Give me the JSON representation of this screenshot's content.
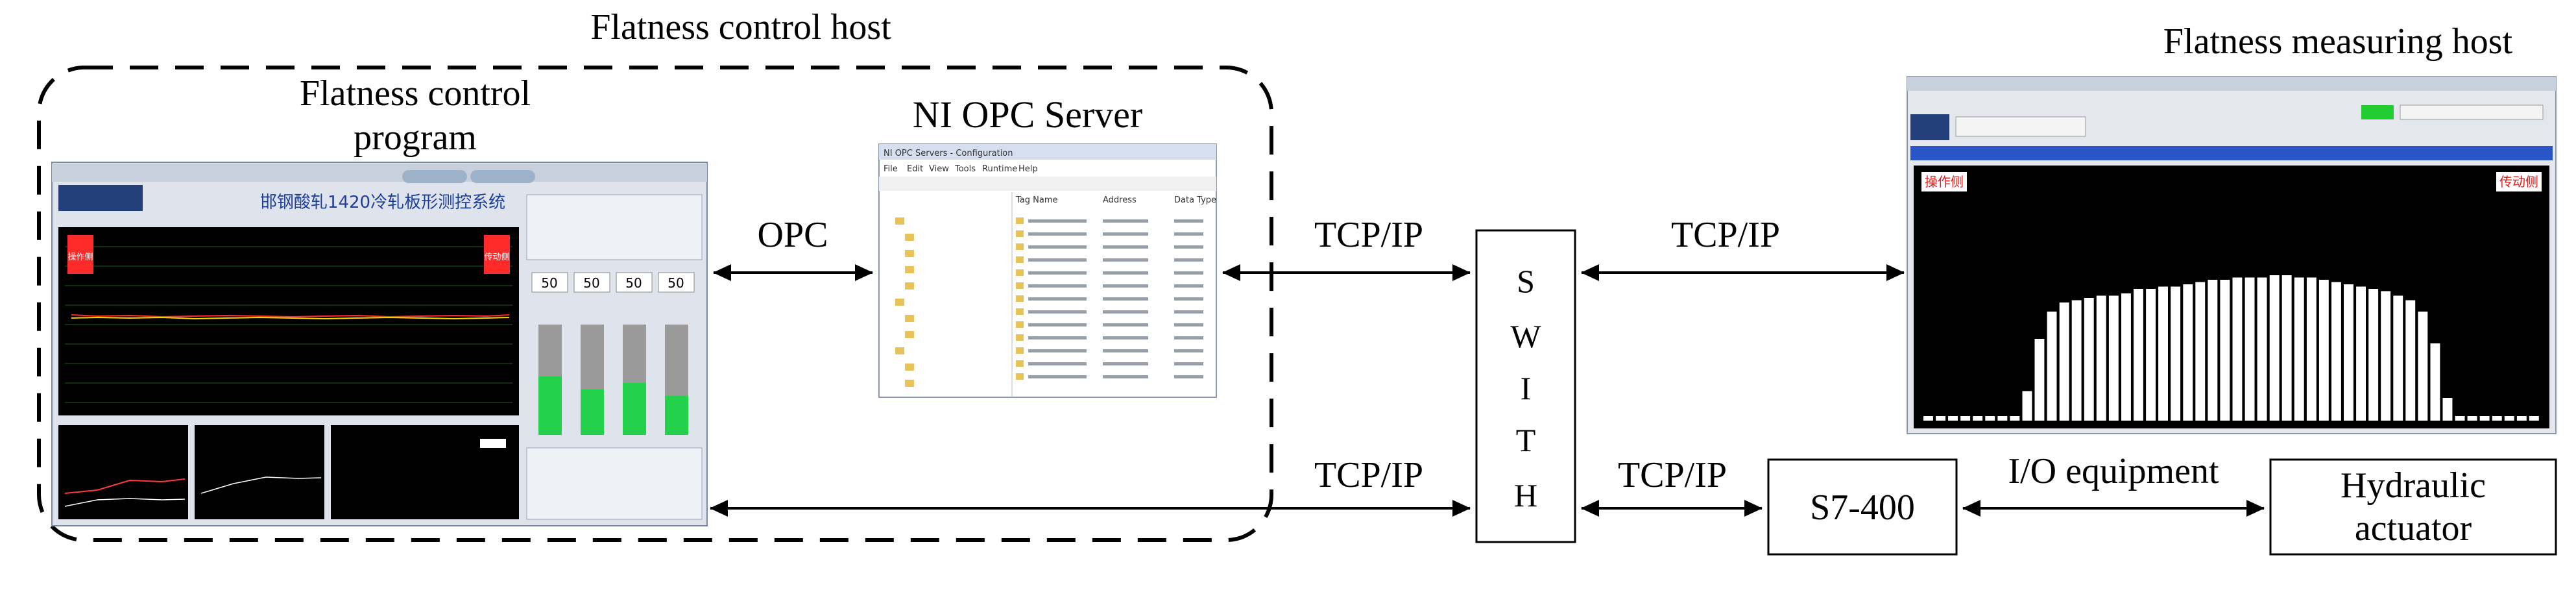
{
  "labels": {
    "control_host": "Flatness control host",
    "control_program_line1": "Flatness control",
    "control_program_line2": "program",
    "opc_server": "NI OPC Server",
    "measuring_host": "Flatness measuring host",
    "opc": "OPC",
    "tcpip_top_left": "TCP/IP",
    "tcpip_top_right": "TCP/IP",
    "tcpip_bottom_left": "TCP/IP",
    "tcpip_bottom_mid": "TCP/IP",
    "io_equipment": "I/O equipment"
  },
  "switch_letters": [
    "S",
    "W",
    "I",
    "T",
    "H"
  ],
  "boxes": {
    "s7": "S7-400",
    "hydraulic_line1": "Hydraulic",
    "hydraulic_line2": "actuator"
  },
  "control_screen": {
    "title": "邯钢酸轧1420冷轧板形测控系统",
    "left_tag": "操作侧",
    "right_tag": "传动侧",
    "readouts": [
      "50",
      "50",
      "50",
      "50"
    ]
  },
  "opc_window": {
    "title": "NI OPC Servers - Configuration",
    "menu": [
      "File",
      "Edit",
      "View",
      "Tools",
      "Runtime",
      "Help"
    ],
    "columns": [
      "Tag Name",
      "Address",
      "Data Type"
    ]
  },
  "measure_screen": {
    "left_tag": "操作侧",
    "right_tag": "传动侧",
    "bars": [
      0.02,
      0.02,
      0.02,
      0.02,
      0.02,
      0.02,
      0.02,
      0.02,
      0.13,
      0.36,
      0.48,
      0.52,
      0.53,
      0.54,
      0.55,
      0.55,
      0.56,
      0.58,
      0.58,
      0.59,
      0.59,
      0.6,
      0.61,
      0.62,
      0.62,
      0.63,
      0.63,
      0.63,
      0.64,
      0.64,
      0.63,
      0.63,
      0.62,
      0.61,
      0.6,
      0.59,
      0.58,
      0.57,
      0.55,
      0.53,
      0.48,
      0.34,
      0.1,
      0.02,
      0.02,
      0.02,
      0.02,
      0.02,
      0.02,
      0.02
    ]
  }
}
